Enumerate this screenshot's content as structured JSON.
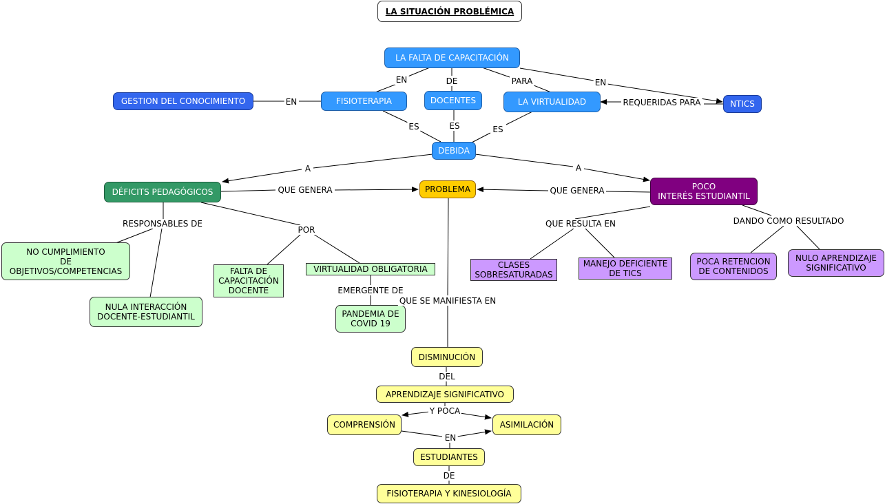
{
  "title": "LA SITUACIÓN PROBLÉMICA",
  "nodes": {
    "falta_capacitacion": "LA FALTA DE CAPACITACIÓN",
    "gestion": "GESTION DEL CONOCIMIENTO",
    "fisioterapia": "FISIOTERAPIA",
    "docentes": "DOCENTES",
    "virtualidad": "LA VIRTUALIDAD",
    "ntics": "NTICS",
    "debida": "DEBIDA",
    "deficits": "DÉFICITS PEDAGÓGICOS",
    "problema": "PROBLEMA",
    "poco_interes": "POCO\nINTERÉS ESTUDIANTIL",
    "no_cumplimiento": "NO CUMPLIMIENTO\nDE\nOBJETIVOS/COMPETENCIAS",
    "nula_interaccion": "NULA INTERACCIÓN\nDOCENTE-ESTUDIANTIL",
    "falta_cap_docente": "FALTA DE\nCAPACITACIÓN\nDOCENTE",
    "virtualidad_obligatoria": "VIRTUALIDAD OBLIGATORIA",
    "pandemia": "PANDEMIA DE\nCOVID 19",
    "clases": "CLASES\nSOBRESATURADAS",
    "manejo": "MANEJO DEFICIENTE\nDE TICS",
    "poca_retencion": "POCA RETENCION\nDE CONTENIDOS",
    "nulo_aprendizaje": "NULO APRENDIZAJE\nSIGNIFICATIVO",
    "disminucion": "DISMINUCIÓN",
    "aprendizaje": "APRENDIZAJE SIGNIFICATIVO",
    "comprension": "COMPRENSIÓN",
    "asimilacion": "ASIMILACIÓN",
    "estudiantes": "ESTUDIANTES",
    "fisio_kine": "FISIOTERAPIA Y KINESIOLOGÍA"
  },
  "links": {
    "en_fisio": "EN",
    "de_docentes": "DE",
    "para_virtual": "PARA",
    "en_ntics": "EN",
    "en_gestion": "EN",
    "requeridas": "REQUERIDAS PARA",
    "es_1": "ES",
    "es_2": "ES",
    "es_3": "ES",
    "a_left": "A",
    "a_right": "A",
    "genera_left": "QUE GENERA",
    "genera_right": "QUE GENERA",
    "responsables": "RESPONSABLES DE",
    "por": "POR",
    "emergente": "EMERGENTE DE",
    "manifiesta": "QUE SE MANIFIESTA EN",
    "resulta": "QUE RESULTA EN",
    "dando": "DANDO COMO RESULTADO",
    "del": "DEL",
    "y_poca": "Y POCA",
    "en_est": "EN",
    "de_fisio": "DE"
  }
}
